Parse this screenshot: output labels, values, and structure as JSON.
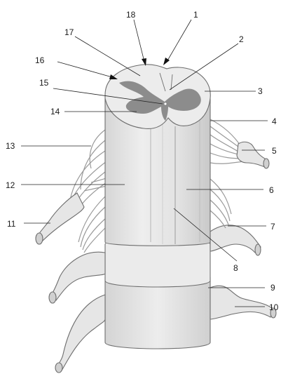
{
  "labels": [
    {
      "id": "1",
      "text": "1"
    },
    {
      "id": "2",
      "text": "2"
    },
    {
      "id": "3",
      "text": "3"
    },
    {
      "id": "4",
      "text": "4"
    },
    {
      "id": "5",
      "text": "5"
    },
    {
      "id": "6",
      "text": "6"
    },
    {
      "id": "7",
      "text": "7"
    },
    {
      "id": "8",
      "text": "8"
    },
    {
      "id": "9",
      "text": "9"
    },
    {
      "id": "10",
      "text": "10"
    },
    {
      "id": "11",
      "text": "11"
    },
    {
      "id": "12",
      "text": "12"
    },
    {
      "id": "13",
      "text": "13"
    },
    {
      "id": "14",
      "text": "14"
    },
    {
      "id": "15",
      "text": "15"
    },
    {
      "id": "16",
      "text": "16"
    },
    {
      "id": "17",
      "text": "17"
    },
    {
      "id": "18",
      "text": "18"
    }
  ],
  "colors": {
    "white_matter": "#ececec",
    "grey_matter": "#8c8c8c",
    "tissue": "#e4e4e4",
    "outline": "#6e6e6e",
    "lead": "#222222"
  }
}
